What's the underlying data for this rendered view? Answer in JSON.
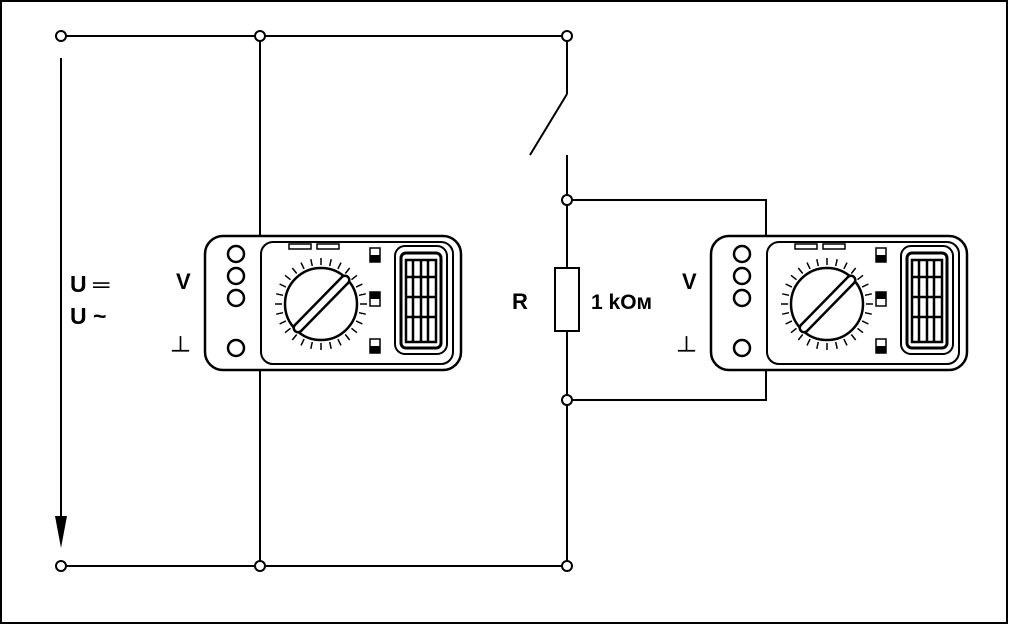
{
  "labels": {
    "supply_dc": "U ═",
    "supply_ac": "U ~",
    "resistor_name": "R",
    "resistor_value": "1 kOм"
  },
  "meters": [
    {
      "voltage_label": "V",
      "ground_label": "┴"
    },
    {
      "voltage_label": "V",
      "ground_label": "┴"
    }
  ],
  "colors": {
    "line": "#000000",
    "background": "#ffffff"
  }
}
